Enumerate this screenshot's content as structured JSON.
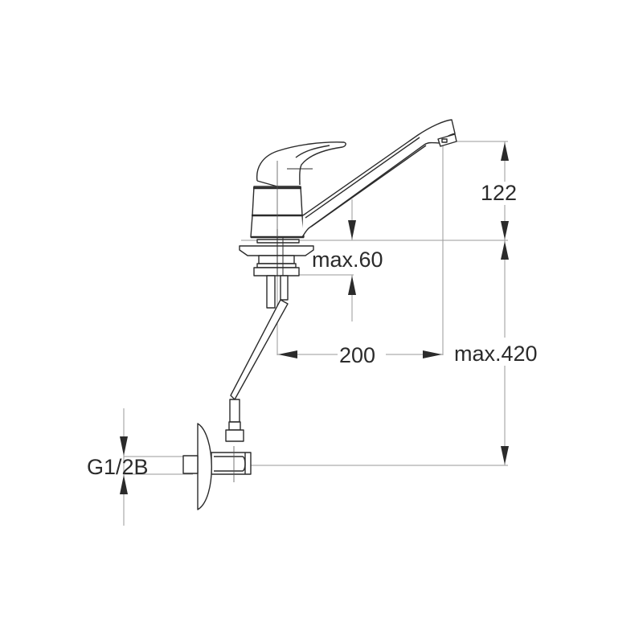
{
  "drawing": {
    "subject": "single-lever kitchen faucet with angle valve, technical dimension drawing",
    "line_color": "#2b2b2b",
    "dim_line_color": "#9a9a9a",
    "background": "#ffffff"
  },
  "dimensions": {
    "spout_height": {
      "label": "122",
      "unit": "mm"
    },
    "deck_thickness": {
      "label": "max.60",
      "unit": "mm"
    },
    "spout_reach": {
      "label": "200",
      "unit": "mm"
    },
    "total_height": {
      "label": "max.420",
      "unit": "mm"
    },
    "connection_thread": {
      "label": "G1/2B"
    }
  }
}
